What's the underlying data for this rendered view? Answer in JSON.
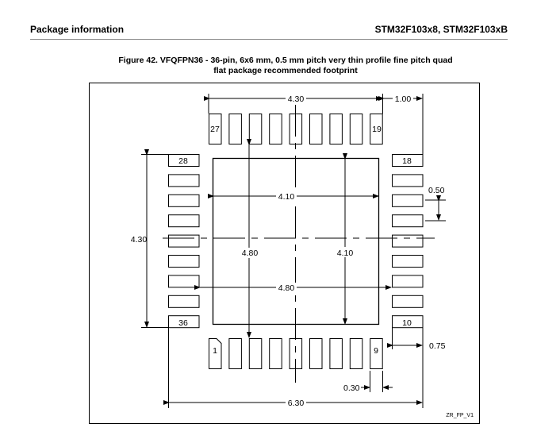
{
  "header": {
    "left": "Package information",
    "right": "STM32F103x8, STM32F103xB"
  },
  "figure": {
    "caption_line1": "Figure 42. VFQFPN36 - 36-pin, 6x6 mm, 0.5 mm pitch very thin profile fine pitch quad",
    "caption_line2": "flat package recommended footprint",
    "pins": {
      "p1": "1",
      "p9": "9",
      "p10": "10",
      "p18": "18",
      "p19": "19",
      "p27": "27",
      "p28": "28",
      "p36": "36"
    },
    "dims": {
      "top_width": "4.30",
      "top_right": "1.00",
      "left_height": "4.30",
      "pad_width_inner": "4.10",
      "pad_height_inner": "4.10",
      "span_vertical": "4.80",
      "span_horizontal": "4.80",
      "pitch": "0.50",
      "pad_length": "0.75",
      "pad_width": "0.30",
      "overall": "6.30"
    },
    "ref": "ZR_FP_V1"
  }
}
